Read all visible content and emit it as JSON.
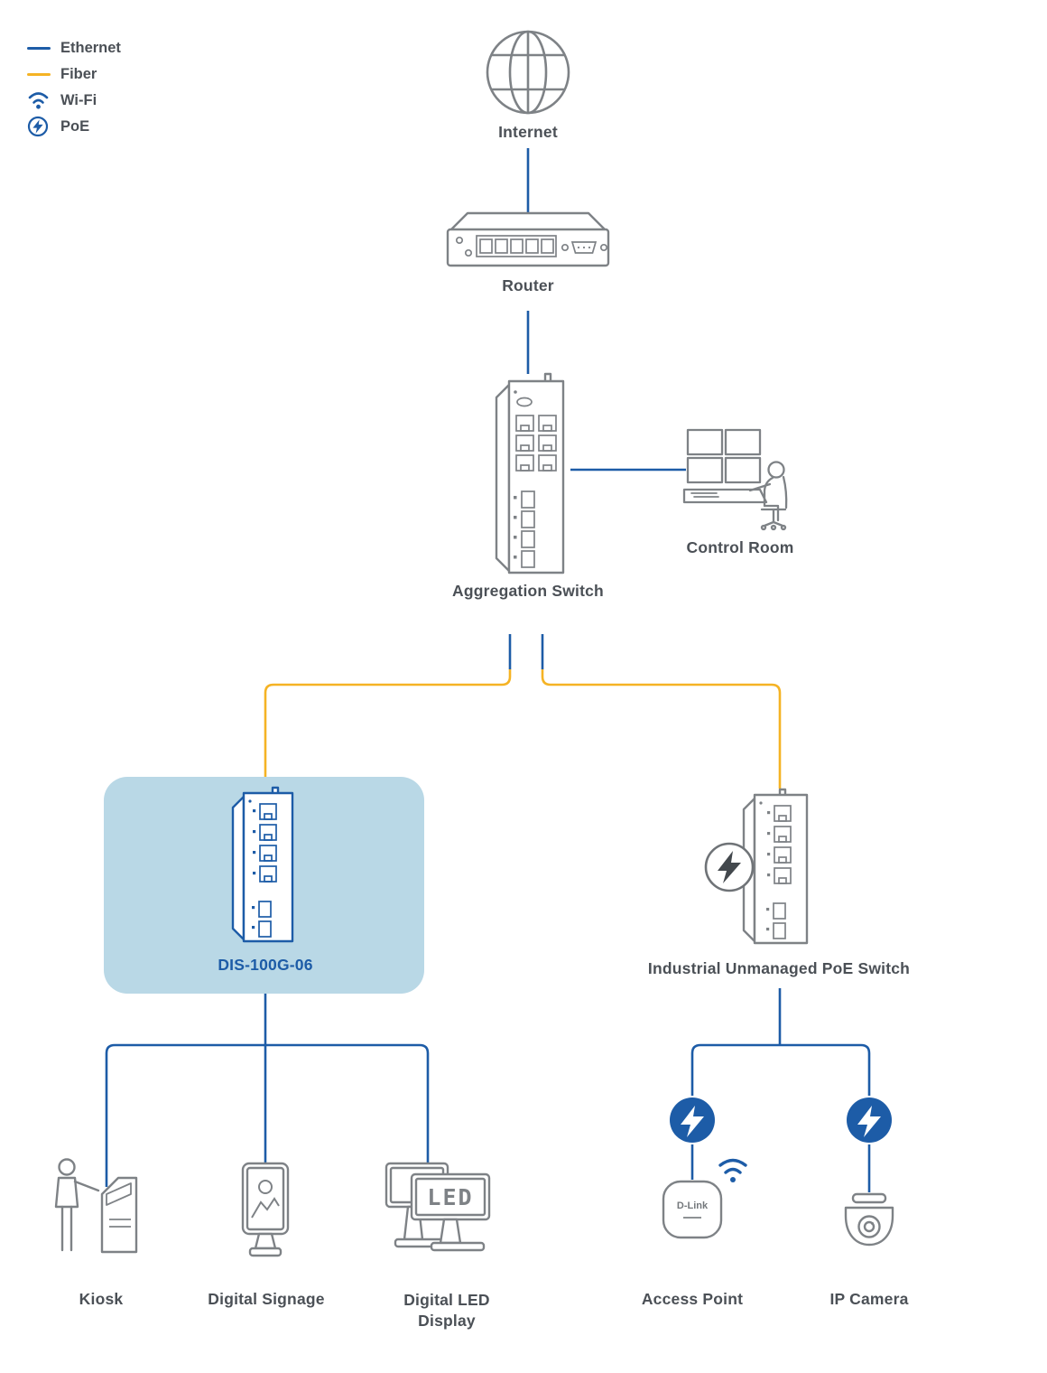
{
  "colors": {
    "ethernet_line": "#1d5ca7",
    "fiber_line": "#f5b324",
    "device_outline": "#7e8286",
    "label_text": "#4b5056",
    "accent_blue": "#1d5ca7",
    "highlight_background": "#b9d8e6"
  },
  "legend": {
    "items": [
      {
        "icon": "ethernet-line-icon",
        "label": "Ethernet"
      },
      {
        "icon": "fiber-line-icon",
        "label": "Fiber"
      },
      {
        "icon": "wifi-icon",
        "label": "Wi-Fi"
      },
      {
        "icon": "poe-icon",
        "label": "PoE"
      }
    ]
  },
  "nodes": {
    "internet": {
      "label": "Internet"
    },
    "router": {
      "label": "Router"
    },
    "aggregation_switch": {
      "label": "Aggregation Switch"
    },
    "control_room": {
      "label": "Control Room"
    },
    "dis_100g_06": {
      "label": "DIS-100G-06",
      "highlighted": true
    },
    "industrial_poe_switch": {
      "label": "Industrial Unmanaged PoE Switch"
    },
    "kiosk": {
      "label": "Kiosk"
    },
    "digital_signage": {
      "label": "Digital Signage"
    },
    "digital_led_display": {
      "label": "Digital LED Display",
      "screen_text": "LED"
    },
    "access_point": {
      "label": "Access Point",
      "device_text": "D-Link"
    },
    "ip_camera": {
      "label": "IP Camera"
    }
  },
  "connections": [
    {
      "from": "internet",
      "to": "router",
      "type": "ethernet"
    },
    {
      "from": "router",
      "to": "aggregation_switch",
      "type": "ethernet"
    },
    {
      "from": "aggregation_switch",
      "to": "control_room",
      "type": "ethernet"
    },
    {
      "from": "aggregation_switch",
      "to": "dis_100g_06",
      "type": "fiber"
    },
    {
      "from": "aggregation_switch",
      "to": "industrial_poe_switch",
      "type": "fiber"
    },
    {
      "from": "dis_100g_06",
      "to": "kiosk",
      "type": "ethernet"
    },
    {
      "from": "dis_100g_06",
      "to": "digital_signage",
      "type": "ethernet"
    },
    {
      "from": "dis_100g_06",
      "to": "digital_led_display",
      "type": "ethernet"
    },
    {
      "from": "industrial_poe_switch",
      "to": "access_point",
      "type": "ethernet-poe"
    },
    {
      "from": "industrial_poe_switch",
      "to": "ip_camera",
      "type": "ethernet-poe"
    }
  ]
}
